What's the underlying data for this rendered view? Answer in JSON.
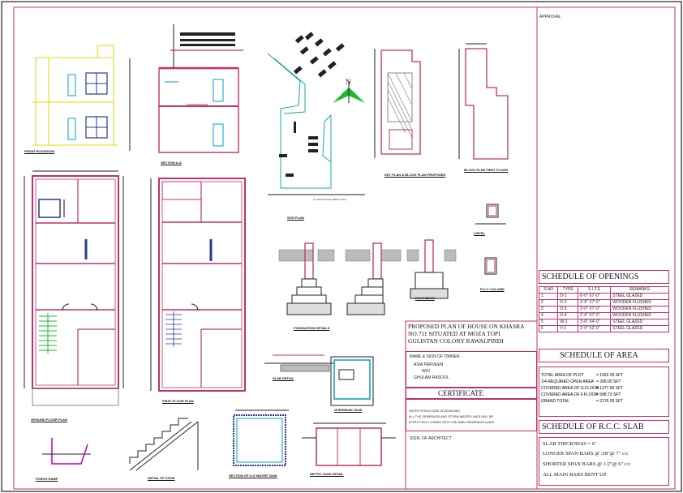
{
  "approval": {
    "label": "APPROVAL"
  },
  "title_block": {
    "project_title": [
      "PROPOSED PLAN OF HOUSE ON KHASRA",
      "NO.711 SITUATED AT MOZA TOPI",
      "GULISTAN COLONY RAWALPINDI"
    ],
    "owner_heading": "NAME & SIGN OF OWNER.",
    "owner_lines": [
      "ASIA PERVEEN",
      "W/O",
      "GHULAM RASOOL"
    ],
    "certificate_heading": "CERTIFICATE",
    "certificate_lines": [
      "SUPER STRUCTURE IS DESIGNED",
      "ALL THE SEWERAGE AND STORM WATER LINES WILL BE",
      "EFFECTIVELY JOINED WITH THE MAIN SEWERAGE LINES."
    ],
    "architect_heading": "SIGN. OF ARCHITECT"
  },
  "openings": {
    "title": "SCHEDULE OF OPENINGS",
    "columns": [
      "S.NO",
      "TYPE",
      "S I Z E",
      "REMARKS"
    ],
    "rows": [
      [
        "1",
        "D-1",
        "6'-0\" X7'-0\"",
        "STEEL GLAZED"
      ],
      [
        "2",
        "D-2",
        "3'-6\" X7'-0\"",
        "WOODEN FLUSHED"
      ],
      [
        "3",
        "D-3",
        "3'-0\" X7'-0\"",
        "WOODEN FLUSHED"
      ],
      [
        "4",
        "D-4",
        "2'-6\" X7'-0\"",
        "WOODEN FLUSHED"
      ],
      [
        "5",
        "W-1",
        "3'-6\" X4'-0\"",
        "STEEL GLAZED"
      ],
      [
        "6",
        "V-1",
        "2'-0\" X2'-0\"",
        "STEEL GLAZED"
      ]
    ]
  },
  "area": {
    "title": "SCHEDULE OF AREA",
    "rows": [
      [
        "TOTAL AREA OF PLOT",
        "= 1652.00 SFT"
      ],
      [
        "1/4 REQUIRED OPEN AREA",
        "= 308.00 SFT"
      ],
      [
        "COVERED AREA OF G.FLOOR",
        "= 1277.83 SFT"
      ],
      [
        "COVERED AREA OF F.FLOOR",
        "= 998.73 SFT"
      ],
      [
        "GRAND TOTAL",
        "= 2276.56 SFT"
      ]
    ]
  },
  "slab": {
    "title": "SCHEDULE OF R.C.C. SLAB",
    "lines": [
      "SLAB THICKNESS = 6\"",
      "LONGER SPAN BARS @ 3/8\"@ 7\" c/c",
      "SHORTER SPAN BARS @ 1/2\"@ 6\" c/c",
      "ALL MAIN BARS BENT UP."
    ]
  },
  "drawings": {
    "front_elevation": "FRONT ELEVATION",
    "section_aa": "SECTION A-A",
    "site_plan": "SITE PLAN",
    "key_plan": "KEY PLAN & BLOCK PLAN PROPOSED",
    "block_plan": "BLOCK PLAN FIRST FLOOR",
    "ground_floor": "GROUND FLOOR PLAN",
    "first_floor": "FIRST FLOOR PLAN",
    "foundation": "FOUNDATION DETAILS",
    "lintel": "LINTEL",
    "column": "R.C.C COLUMN",
    "beam": "R.C.C BEAM",
    "slab_detail": "SLAB DETAIL",
    "overhead_tank": "OVERHEAD TANK",
    "septic_tank": "SEPTIC TANK DETAIL",
    "water_tank": "SECTION OF U.G WATER TANK",
    "porch": "PORCH RAMP",
    "stair": "DETAIL OF STAIR",
    "road": "TO MAIN ROAD GREW W.A.D.",
    "north": "N"
  }
}
